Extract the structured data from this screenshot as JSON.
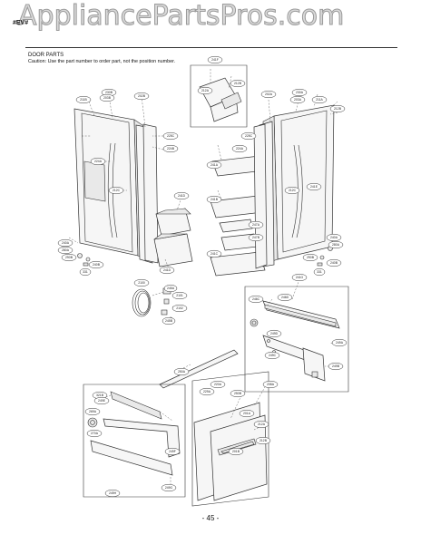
{
  "watermark": "AppliancePartsPros.com",
  "model_code": "#EV#",
  "section_title": "DOOR PARTS",
  "caution": "Caution: Use the part number to order part, not the position number.",
  "page_number": "- 45 -",
  "callouts": {
    "c230b": "230B",
    "c241f": "241F",
    "c230a": "230A",
    "c211b": "211B",
    "c203b": "203B",
    "c203a": "203A",
    "c211a": "211A",
    "c202b_l": "202B",
    "c202a": "202A",
    "c212b_l": "212B",
    "c212a": "212A",
    "c225c_l": "225C",
    "c225c_r": "225C",
    "c2415": "241D",
    "c241e": "241E",
    "c224b": "224B",
    "c224a_l": "224A",
    "c224a_r": "224A",
    "c241a": "241A",
    "c241b": "241B",
    "c241c": "241C",
    "c241d": "241D",
    "c247a": "247A",
    "c247b": "247B",
    "c210": "2100",
    "c2101": "2101",
    "c2102": "2102",
    "c240a_l": "240A",
    "c240a_r": "240A",
    "c280a_l": "280A",
    "c280a_r": "280A",
    "c290b_l": "290B",
    "c290b_r": "290B",
    "c240b_l": "240B",
    "c240b_r": "240B",
    "c331_l": "331",
    "c331_r": "331",
    "c212c_l": "212C",
    "c212c_r": "212C",
    "c245a": "245A",
    "c245b": "245B",
    "c212b_r": "212B",
    "c241g": "241G",
    "c246c": "246C",
    "c246d": "246D",
    "c249a": "249A",
    "c249b": "249B",
    "c249c": "249C",
    "c249d": "249D",
    "c250a": "250A",
    "c250b": "250B",
    "c208a": "208A",
    "c201a": "201A",
    "c212a_b": "212A",
    "c212b_b": "212B",
    "c249e": "249E",
    "c249f": "249F",
    "c249g": "249G",
    "c201b": "201B",
    "c229a": "229A",
    "c220a": "220A",
    "c321b": "321B",
    "c249h": "249H",
    "c269a": "269A",
    "c270a": "270A"
  }
}
